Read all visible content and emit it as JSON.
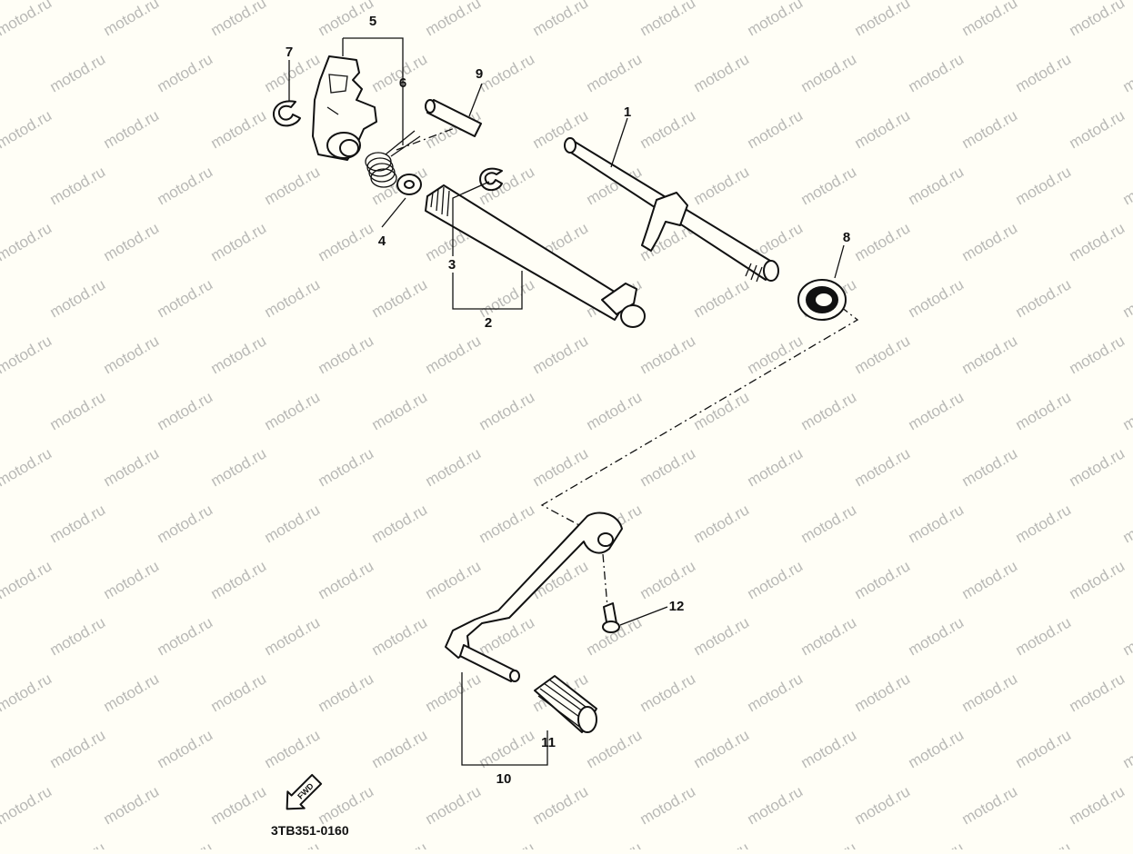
{
  "watermark": {
    "text": "motod.ru"
  },
  "diagram_code": "3TB351-0160",
  "fwd_label": "FWD",
  "callouts": [
    "1",
    "2",
    "3",
    "4",
    "5",
    "6",
    "7",
    "8",
    "9",
    "10",
    "11",
    "12"
  ]
}
